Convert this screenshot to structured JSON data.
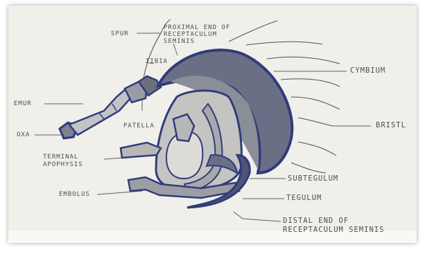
{
  "labels": {
    "spur": "SPUR",
    "proximal_end": "PROXIMAL END OF\nRECEPTACULUM\nSEMINIS",
    "tibia": "TIBIA",
    "cymbium": "CYMBIUM",
    "femur": "EMUR",
    "coxa": "OXA",
    "patella": "PATELLA",
    "bristle": "BRISTL",
    "terminal_apophysis": "TERMINAL\nAPOPHYSIS",
    "embolus": "EMBOLUS",
    "subtegulum": "SUBTEGULUM",
    "tegulum": "TEGULUM",
    "distal_end": "DISTAL END OF\nRECEPTACULUM SEMINIS"
  },
  "colors": {
    "ink": "#2f3c7a",
    "ink_fill": "#5b6490",
    "shade": "#8a8e98",
    "light_shade": "#b7b7b6",
    "pencil": "#5c5f68",
    "paper": "#f1efe9"
  }
}
